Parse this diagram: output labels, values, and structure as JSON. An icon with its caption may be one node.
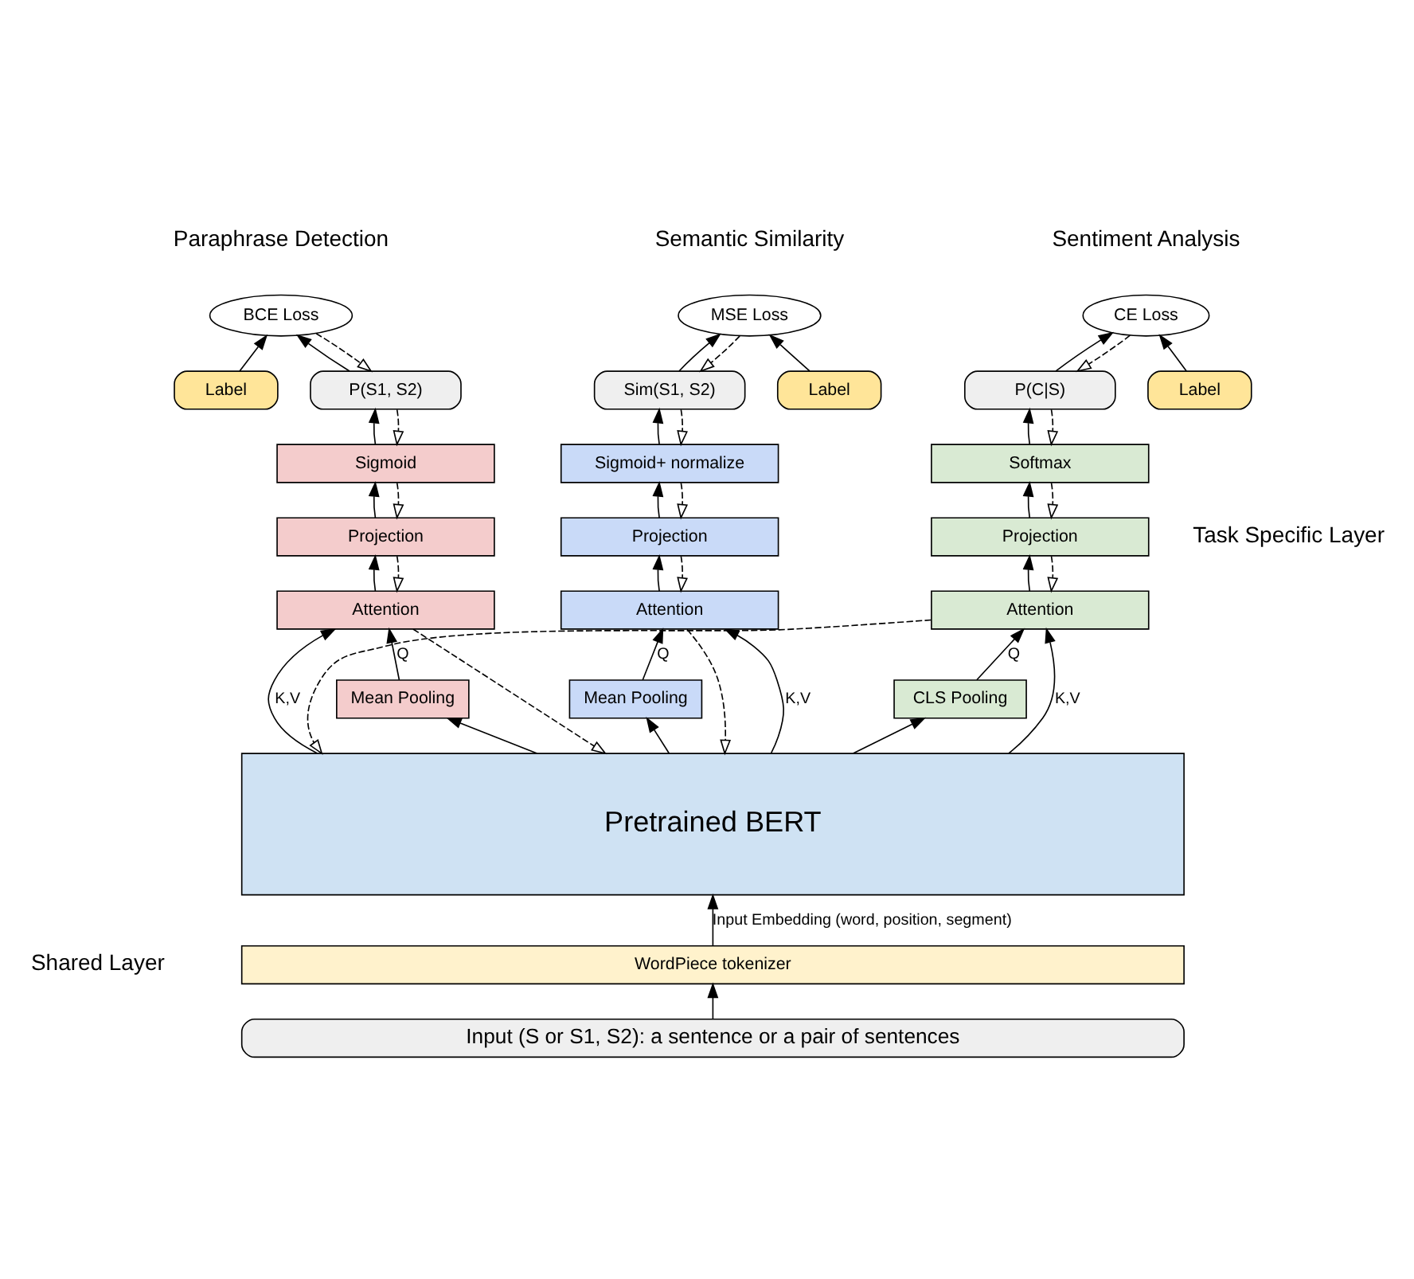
{
  "diagram": {
    "nodes": [
      {
        "text": [
          "CE Loss"
        ]
      },
      {
        "text": [
          "Label"
        ]
      },
      {
        "text": [
          "P(C|S)"
        ]
      },
      {
        "text": [
          "Softmax"
        ]
      },
      {
        "text": [
          "Projection"
        ]
      },
      {
        "text": [
          "Attention"
        ]
      },
      {
        "text": [
          "CLS Pooling"
        ]
      },
      {
        "text": [
          "BCE Loss"
        ]
      },
      {
        "text": [
          "Label"
        ]
      },
      {
        "text": [
          "P(S1, S2)"
        ]
      },
      {
        "text": [
          "Sigmoid"
        ]
      },
      {
        "text": [
          "Projection"
        ]
      },
      {
        "text": [
          "Attention"
        ]
      },
      {
        "text": [
          "Mean Pooling"
        ]
      },
      {
        "text": [
          "MSE Loss"
        ]
      },
      {
        "text": [
          "Label"
        ]
      },
      {
        "text": [
          "Sim(S1, S2)"
        ]
      },
      {
        "text": [
          "Sigmoid+ normalize"
        ]
      },
      {
        "text": [
          "Projection"
        ]
      },
      {
        "text": [
          "Attention"
        ]
      },
      {
        "text": [
          "Mean Pooling"
        ]
      },
      {
        "text": [
          "Pretrained BERT"
        ]
      },
      {
        "text": [
          "WordPiece tokenizer"
        ]
      },
      {
        "text": [
          "Input (S or S1, S2): a sentence or a pair of sentences"
        ]
      }
    ],
    "edges": [
      {
        "from": 1,
        "to": 0,
        "arrow": "to"
      },
      {
        "from": 2,
        "to": 0,
        "arrow": "to"
      },
      {
        "from": 3,
        "to": 2,
        "arrow": "to"
      },
      {
        "from": 4,
        "to": 3,
        "arrow": "to"
      },
      {
        "from": 5,
        "to": 4,
        "arrow": "to"
      },
      {
        "from": 6,
        "to": 5,
        "arrow": "to",
        "label": "Q"
      },
      {
        "from": 21,
        "to": 5,
        "arrow": "to",
        "label": "K,V"
      },
      {
        "from": 21,
        "to": 6,
        "arrow": "to"
      },
      {
        "from": 0,
        "to": 2,
        "arrow": "to",
        "style": "dashed"
      },
      {
        "from": 2,
        "to": 3,
        "arrow": "to",
        "style": "dashed"
      },
      {
        "from": 3,
        "to": 4,
        "arrow": "to",
        "style": "dashed"
      },
      {
        "from": 4,
        "to": 5,
        "arrow": "to",
        "style": "dashed"
      },
      {
        "from": 5,
        "to": 21,
        "arrow": "to",
        "style": "dashed"
      },
      {
        "from": 8,
        "to": 7,
        "arrow": "to"
      },
      {
        "from": 9,
        "to": 7,
        "arrow": "to"
      },
      {
        "from": 10,
        "to": 9,
        "arrow": "to"
      },
      {
        "from": 11,
        "to": 10,
        "arrow": "to"
      },
      {
        "from": 12,
        "to": 11,
        "arrow": "to"
      },
      {
        "from": 13,
        "to": 12,
        "arrow": "to",
        "label": "Q"
      },
      {
        "from": 21,
        "to": 12,
        "arrow": "to",
        "label": "K,V"
      },
      {
        "from": 21,
        "to": 13,
        "arrow": "to"
      },
      {
        "from": 7,
        "to": 9,
        "arrow": "to",
        "style": "dashed"
      },
      {
        "from": 9,
        "to": 10,
        "arrow": "to",
        "style": "dashed"
      },
      {
        "from": 10,
        "to": 11,
        "arrow": "to",
        "style": "dashed"
      },
      {
        "from": 11,
        "to": 12,
        "arrow": "to",
        "style": "dashed"
      },
      {
        "from": 12,
        "to": 21,
        "arrow": "to",
        "style": "dashed"
      },
      {
        "from": 15,
        "to": 14,
        "arrow": "to"
      },
      {
        "from": 16,
        "to": 14,
        "arrow": "to"
      },
      {
        "from": 17,
        "to": 16,
        "arrow": "to"
      },
      {
        "from": 18,
        "to": 17,
        "arrow": "to"
      },
      {
        "from": 19,
        "to": 18,
        "arrow": "to"
      },
      {
        "from": 20,
        "to": 19,
        "arrow": "to",
        "label": "Q"
      },
      {
        "from": 21,
        "to": 19,
        "arrow": "to",
        "label": "K,V"
      },
      {
        "from": 21,
        "to": 20,
        "arrow": "to"
      },
      {
        "from": 14,
        "to": 16,
        "arrow": "to",
        "style": "dashed"
      },
      {
        "from": 16,
        "to": 17,
        "arrow": "to",
        "style": "dashed"
      },
      {
        "from": 17,
        "to": 18,
        "arrow": "to",
        "style": "dashed"
      },
      {
        "from": 18,
        "to": 19,
        "arrow": "to",
        "style": "dashed"
      },
      {
        "from": 19,
        "to": 21,
        "arrow": "to",
        "style": "dashed"
      },
      {
        "from": 22,
        "to": 21,
        "arrow": "to",
        "label": "Input Embedding (word, position, segment)"
      },
      {
        "from": 23,
        "to": 22,
        "arrow": "to"
      }
    ],
    "labels": [
      "Sentiment Analysis",
      "Paraphrase Detection",
      "Semantic Similarity",
      "Task Specific Layer",
      "Shared Layer"
    ]
  }
}
